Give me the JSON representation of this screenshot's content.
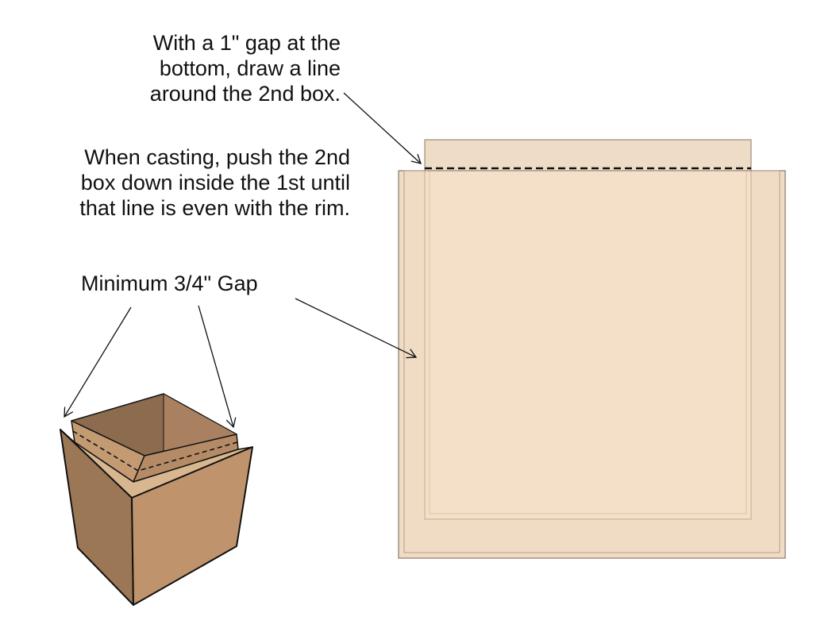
{
  "annotations": {
    "gap_line": {
      "lines": [
        "With a 1\" gap at the",
        "bottom, draw a line",
        "around the 2nd box."
      ]
    },
    "casting": {
      "lines": [
        "When casting, push the 2nd",
        "box down inside the 1st until",
        "that line is even with the rim."
      ]
    },
    "min_gap": {
      "text": "Minimum 3/4\" Gap"
    }
  },
  "colors": {
    "outer_box_fill": "#f0dcc5",
    "inner_box_fill": "#f5dfc8",
    "cardboard_front": "#bf936b",
    "cardboard_side": "#9b7756",
    "cardboard_inside": "#8c6b4e",
    "outline": "#111111"
  }
}
